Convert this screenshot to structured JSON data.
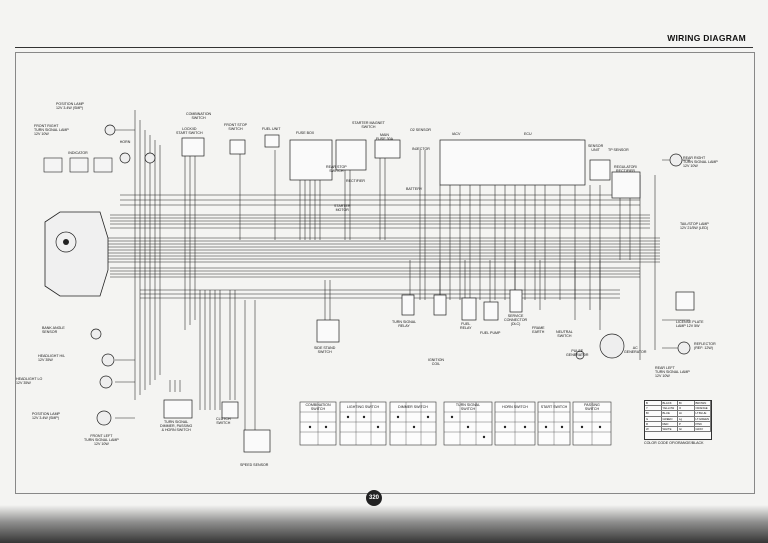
{
  "header": {
    "title": "WIRING DIAGRAM"
  },
  "page_number": "320",
  "components": {
    "position_lamp_right": "POSITION LAMP\n12V 3.4W (SMP)",
    "front_right_turn": "FRONT RIGHT\nTURN SIGNAL LAMP\n12V 10W",
    "indicators": "INDICATOR",
    "horn": "HORN",
    "combination_switch": "COMBINATION\nSWITCH",
    "lock_start_switch": "LOCK/ID\nSTART SWITCH",
    "front_stop_switch": "FRONT STOP\nSWITCH",
    "fuel_unit": "FUEL UNIT",
    "fuse_box": "FUSE BOX",
    "starter_magnet_switch": "STARTER MAGNET\nSWITCH",
    "main_fuse": "MAIN\nFUSE 30A",
    "o2_sensor": "O2 SENSOR",
    "injector": "INJECTOR",
    "iacv": "IACV",
    "ecu": "ECU",
    "sensor_unit": "SENSOR\nUNIT",
    "tp_sensor": "TP SENSOR",
    "regulator": "REGULATOR/\nRECTIFIER",
    "rear_right_turn": "REAR RIGHT\nTURN SIGNAL LAMP\n12V 10W",
    "tail_stop": "TAIL/STOP LAMP\n12V 21/5W (LED)",
    "license_lamp": "LICENSE PLATE\nLAMP 12V 5W",
    "bank_angle": "BANK ANGLE\nSENSOR",
    "headlight": "HEADLIGHT H/L\n12V 35W",
    "headlight_lo": "HEADLIGHT LO\n12V 35W",
    "position_lamp_left": "POSITION LAMP\n12V 3.4W (SMP)",
    "front_left_turn": "FRONT LEFT\nTURN SIGNAL LAMP\n12V 10W",
    "turn_dimmer_switch": "TURN SIGNAL\nDIMMER, PASSING\n& HORN SWITCH",
    "clutch_switch": "CLUTCH\nSWITCH",
    "speed_sensor": "SPEED SENSOR",
    "side_stand_switch": "SIDE STAND\nSWITCH",
    "turn_signal_relay": "TURN SIGNAL\nRELAY",
    "ignition_coil": "IGNITION\nCOIL",
    "fuel_relay": "FUEL\nRELAY",
    "fuel_pump": "FUEL PUMP",
    "service_connector": "SERVICE\nCONNECTOR\n(DLC)",
    "frame_earth": "FRAME\nEARTH",
    "neutral_switch": "NEUTRAL\nSWITCH",
    "pulse_generator": "PULSE\nGENERATOR",
    "ac_generator": "AC\nGENERATOR",
    "rear_left_turn": "REAR LEFT\nTURN SIGNAL LAMP\n12V 10W",
    "reflector": "REFLECTOR\n(REF: 12W)",
    "rear_stop_switch": "REAR STOP\nSWITCH",
    "rectifier": "RECTIFIER",
    "starter_motor": "STARTER\nMOTOR",
    "battery": "BATTERY"
  },
  "switch_tables": [
    "COMBINATION\nSWITCH",
    "LIGHTING SWITCH",
    "DIMMER SWITCH",
    "TURN SIGNAL\nSWITCH",
    "HORN SWITCH",
    "START SWITCH",
    "PASSING\nSWITCH"
  ],
  "color_code": {
    "title": "COLOR CODE   OF/ORANGE/BLACK",
    "rows": [
      [
        "B",
        "BLACK",
        "Br",
        "BROWN"
      ],
      [
        "Y",
        "YELLOW",
        "O",
        "ORANGE"
      ],
      [
        "Bl",
        "BLUE",
        "Lb",
        "LT.BLUE"
      ],
      [
        "G",
        "GREEN",
        "Lg",
        "LT.GREEN"
      ],
      [
        "R",
        "RED",
        "P",
        "PINK"
      ],
      [
        "W",
        "WHITE",
        "Gr",
        "GRAY"
      ]
    ]
  }
}
